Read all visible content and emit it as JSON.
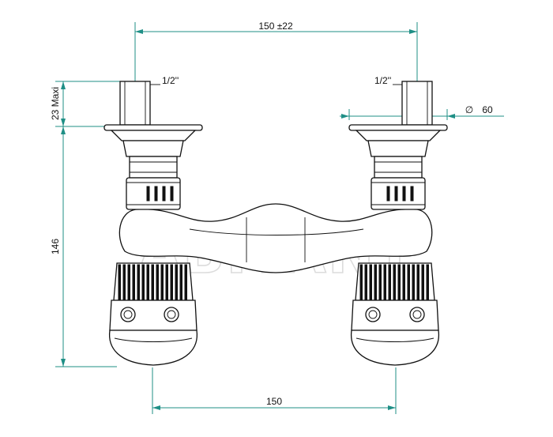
{
  "drawing": {
    "dim_top": "150 ±22",
    "dim_bottom": "150",
    "dim_height_total": "146",
    "dim_height_thread": "23 Maxi",
    "dim_flange": "60",
    "diameter_symbol": "∅",
    "thread_left": "1/2''",
    "thread_right": "1/2''",
    "watermark": "ABITANT"
  },
  "colors": {
    "dimension": "#1f8f86",
    "outline": "#111111",
    "watermark": "#dcdcdc"
  }
}
